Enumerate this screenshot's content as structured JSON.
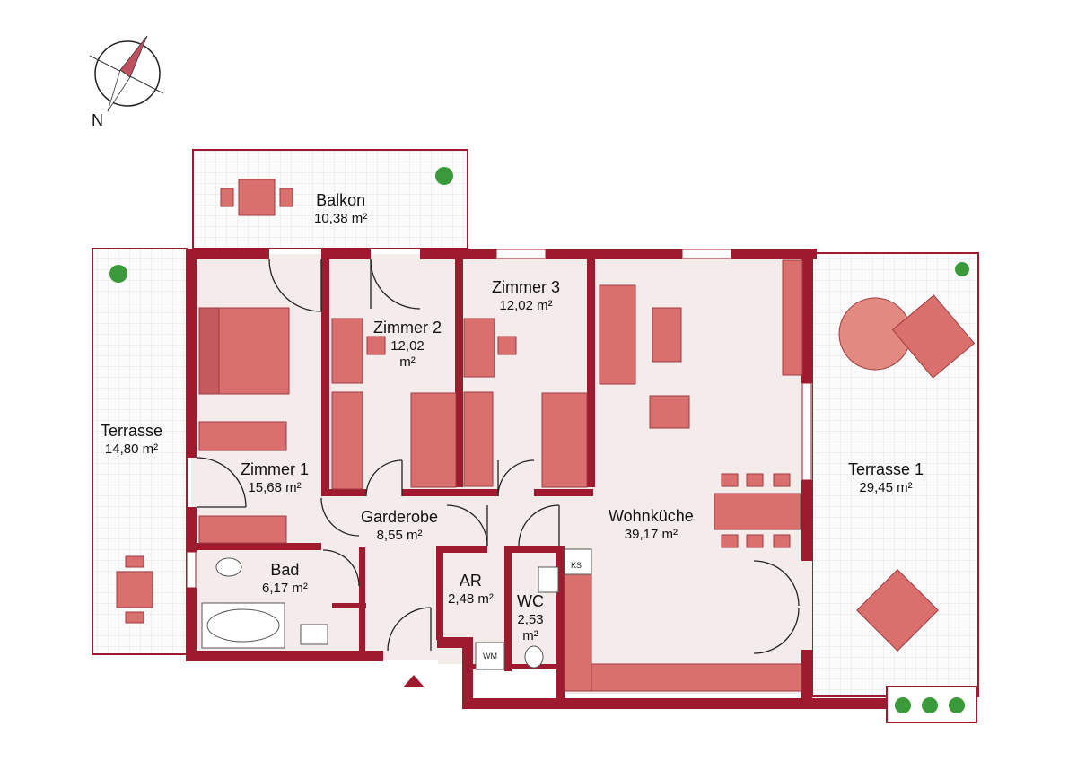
{
  "compass": {
    "north_label": "N"
  },
  "rooms": {
    "balkon": {
      "name": "Balkon",
      "area": "10,38 m²"
    },
    "terrasse": {
      "name": "Terrasse",
      "area": "14,80 m²"
    },
    "terrasse1": {
      "name": "Terrasse 1",
      "area": "29,45 m²"
    },
    "zimmer1": {
      "name": "Zimmer 1",
      "area": "15,68 m²"
    },
    "zimmer2": {
      "name": "Zimmer 2",
      "area1": "12,02",
      "area2": "m²"
    },
    "zimmer3": {
      "name": "Zimmer 3",
      "area": "12,02 m²"
    },
    "wohnkueche": {
      "name": "Wohnküche",
      "area": "39,17 m²"
    },
    "garderobe": {
      "name": "Garderobe",
      "area": "8,55 m²"
    },
    "bad": {
      "name": "Bad",
      "area": "6,17 m²"
    },
    "ar": {
      "name": "AR",
      "area": "2,48 m²"
    },
    "wc": {
      "name": "WC",
      "area1": "2,53",
      "area2": "m²"
    }
  },
  "fixtures": {
    "ks": "KS",
    "wm": "WM"
  },
  "colors": {
    "wall": "#9e1a2e",
    "furniture": "#d9706e",
    "furniture_dark": "#b04a4c",
    "floor": "#f4ecea",
    "terrace": "#fafafa",
    "grid": "#e4e4e4"
  }
}
